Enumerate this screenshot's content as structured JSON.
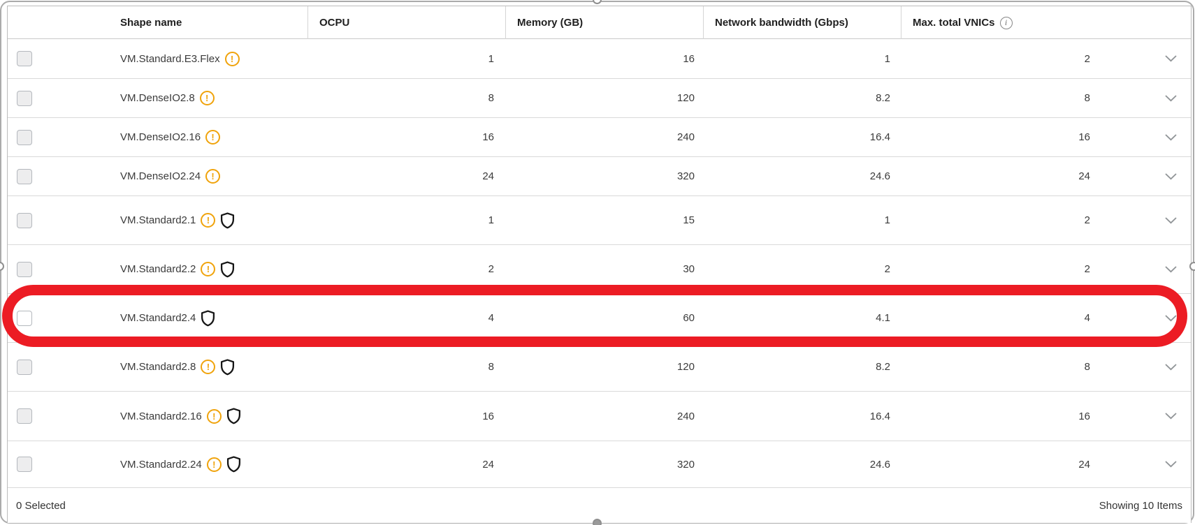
{
  "colors": {
    "annotation_red": "#ec1c24",
    "warning_amber": "#f0a30b",
    "shield_black": "#161616",
    "table_border_gray": "#bcbcbc",
    "row_separator_gray": "#d9d9d9"
  },
  "icons": {
    "warning_glyph": "!",
    "info_glyph": "i"
  },
  "table": {
    "columns": [
      {
        "id": "shape_name",
        "label": "Shape name"
      },
      {
        "id": "ocpu",
        "label": "OCPU"
      },
      {
        "id": "memory",
        "label": "Memory (GB)"
      },
      {
        "id": "bandwidth",
        "label": "Network bandwidth (Gbps)"
      },
      {
        "id": "vnics",
        "label": "Max. total VNICs",
        "has_info_icon": true
      }
    ],
    "rows": [
      {
        "name": "VM.Standard.E3.Flex",
        "warning": true,
        "shield": false,
        "highlighted": false,
        "ocpu": "1",
        "memory": "16",
        "bandwidth": "1",
        "vnics": "2"
      },
      {
        "name": "VM.DenseIO2.8",
        "warning": true,
        "shield": false,
        "highlighted": false,
        "ocpu": "8",
        "memory": "120",
        "bandwidth": "8.2",
        "vnics": "8"
      },
      {
        "name": "VM.DenseIO2.16",
        "warning": true,
        "shield": false,
        "highlighted": false,
        "ocpu": "16",
        "memory": "240",
        "bandwidth": "16.4",
        "vnics": "16"
      },
      {
        "name": "VM.DenseIO2.24",
        "warning": true,
        "shield": false,
        "highlighted": false,
        "ocpu": "24",
        "memory": "320",
        "bandwidth": "24.6",
        "vnics": "24"
      },
      {
        "name": "VM.Standard2.1",
        "warning": true,
        "shield": true,
        "highlighted": false,
        "ocpu": "1",
        "memory": "15",
        "bandwidth": "1",
        "vnics": "2"
      },
      {
        "name": "VM.Standard2.2",
        "warning": true,
        "shield": true,
        "highlighted": false,
        "ocpu": "2",
        "memory": "30",
        "bandwidth": "2",
        "vnics": "2"
      },
      {
        "name": "VM.Standard2.4",
        "warning": false,
        "shield": true,
        "highlighted": true,
        "ocpu": "4",
        "memory": "60",
        "bandwidth": "4.1",
        "vnics": "4"
      },
      {
        "name": "VM.Standard2.8",
        "warning": true,
        "shield": true,
        "highlighted": false,
        "ocpu": "8",
        "memory": "120",
        "bandwidth": "8.2",
        "vnics": "8"
      },
      {
        "name": "VM.Standard2.16",
        "warning": true,
        "shield": true,
        "highlighted": false,
        "ocpu": "16",
        "memory": "240",
        "bandwidth": "16.4",
        "vnics": "16"
      },
      {
        "name": "VM.Standard2.24",
        "warning": true,
        "shield": true,
        "highlighted": false,
        "ocpu": "24",
        "memory": "320",
        "bandwidth": "24.6",
        "vnics": "24"
      }
    ],
    "footer": {
      "selected_text": "0 Selected",
      "showing_text": "Showing 10 Items"
    }
  },
  "annotation": {
    "type": "red-rounded-rectangle",
    "highlighted_shape": "VM.Standard2.4"
  }
}
